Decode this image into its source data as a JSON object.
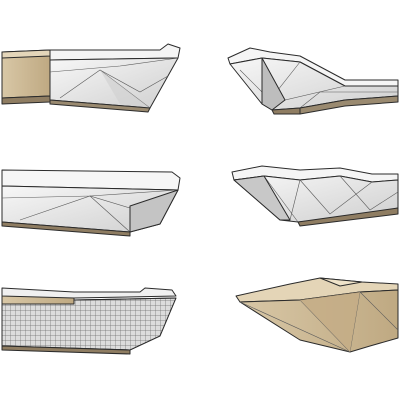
{
  "scene": {
    "description_visible_text": "",
    "colors": {
      "background": "#ffffff",
      "marble_light": "#f2f2f2",
      "marble_mid": "#d9d9d9",
      "marble_shadow": "#b9b9b9",
      "marble_dark": "#8e8e8e",
      "wood": "#cdbb98",
      "wood_dark": "#a88f68",
      "base_strip": "#8f7d62",
      "outline": "#2b2b2b"
    },
    "models": [
      {
        "name": "reception-desk-1",
        "material": "marble-with-wood"
      },
      {
        "name": "reception-desk-2",
        "material": "marble"
      },
      {
        "name": "reception-desk-3",
        "material": "marble"
      },
      {
        "name": "reception-desk-4",
        "material": "marble"
      },
      {
        "name": "reception-desk-5",
        "material": "slatted-with-wood"
      },
      {
        "name": "reception-desk-6",
        "material": "wood"
      }
    ]
  }
}
